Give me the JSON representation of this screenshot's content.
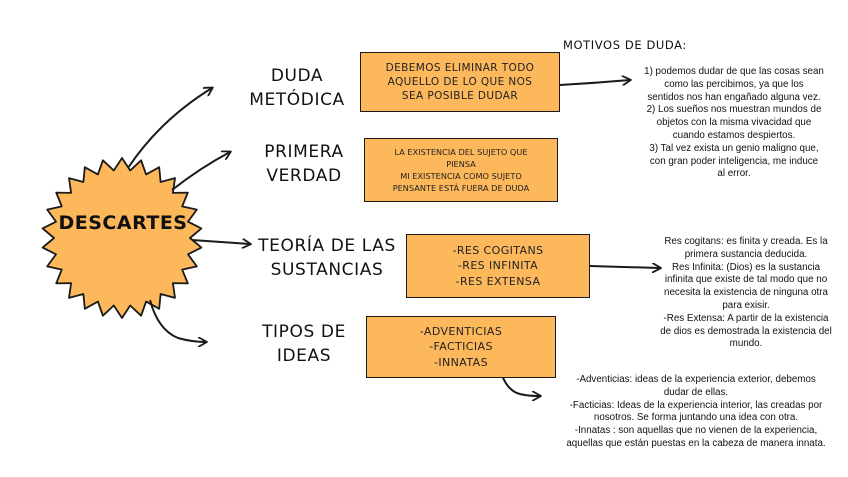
{
  "center": {
    "label": "DESCARTES"
  },
  "colors": {
    "box_fill": "#fdb85c",
    "burst_fill": "#fdb85c",
    "stroke": "#1a1a1a"
  },
  "branches": [
    {
      "heading": [
        "DUDA",
        "METÓDICA"
      ],
      "box_lines": [
        "DEBEMOS ELIMINAR TODO",
        "AQUELLO  DE LO QUE NOS",
        "SEA POSIBLE DUDAR"
      ]
    },
    {
      "heading": [
        "PRIMERA",
        "VERDAD"
      ],
      "box_lines": [
        "LA EXISTENCIA DEL SUJETO QUE",
        "PIENSA",
        "MI EXISTENCIA COMO SUJETO",
        "PENSANTE ESTÁ FUERA DE DUDA"
      ]
    },
    {
      "heading": [
        "TEORÍA DE LAS",
        "SUSTANCIAS"
      ],
      "box_lines": [
        "-RES COGITANS",
        "-RES INFINITA",
        "-RES EXTENSA"
      ]
    },
    {
      "heading": [
        "TIPOS DE",
        "IDEAS"
      ],
      "box_lines": [
        "-ADVENTICIAS",
        "-FACTICIAS",
        "-INNATAS"
      ]
    }
  ],
  "motivos": {
    "title": "MOTIVOS DE DUDA:",
    "lines": [
      "1) podemos dudar de que las cosas sean",
      "como las percibimos, ya que los",
      "sentidos nos han engañado alguna vez.",
      "2) Los sueños nos muestran mundos de",
      "objetos con la misma vivacidad que",
      "cuando estamos despiertos.",
      "3) Tal vez exista un genio maligno que,",
      "con gran poder inteligencia, me induce",
      "al error."
    ]
  },
  "sustancias_note": {
    "lines": [
      "Res cogitans: es finita y creada. Es la",
      "primera sustancia deducida.",
      "Res Infinita: (Dios) es la sustancia",
      "infinita que existe de tal modo que no",
      "necesita la existencia de ninguna otra",
      "para exisir.",
      "-Res Extensa: A partir de la existencia",
      "de dios es demostrada la existencia del",
      "mundo."
    ]
  },
  "ideas_note": {
    "lines": [
      "-Adventicias: ideas de la experiencia exterior, debemos",
      "dudar de ellas.",
      "-Facticias: Ideas de la experiencia interior, las creadas por",
      "nosotros. Se forma juntando una idea con otra.",
      "-Innatas : son aquellas que no vienen de la experiencia,",
      "aquellas que están puestas en la cabeza de manera innata."
    ]
  }
}
